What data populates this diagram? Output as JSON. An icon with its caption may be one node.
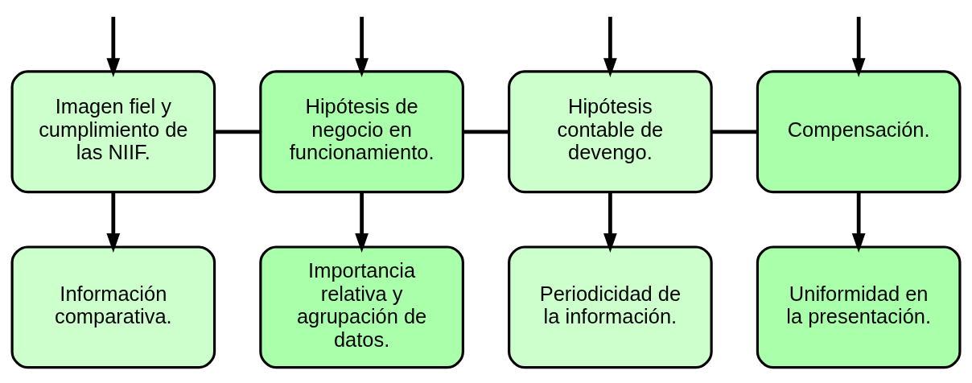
{
  "diagram": {
    "nodes": [
      {
        "text": [
          "Imagen fiel y cumplimiento de las NIIF."
        ]
      },
      {
        "text": [
          "Hipótesis de negocio en funcionamiento."
        ]
      },
      {
        "text": [
          "Hipótesis contable de devengo."
        ]
      },
      {
        "text": [
          "Compensación."
        ]
      },
      {
        "text": [
          "Información comparativa."
        ]
      },
      {
        "text": [
          "Importancia relativa y agrupación de datos."
        ]
      },
      {
        "text": [
          "Periodicidad de la información."
        ]
      },
      {
        "text": [
          "Uniformidad en la presentación."
        ]
      }
    ],
    "edges": [
      {
        "from": null,
        "to": 0,
        "arrow": "to"
      },
      {
        "from": null,
        "to": 1,
        "arrow": "to"
      },
      {
        "from": null,
        "to": 2,
        "arrow": "to"
      },
      {
        "from": null,
        "to": 3,
        "arrow": "to"
      },
      {
        "from": 0,
        "to": 1,
        "arrow": "none"
      },
      {
        "from": 1,
        "to": 2,
        "arrow": "none"
      },
      {
        "from": 2,
        "to": 3,
        "arrow": "none"
      },
      {
        "from": 0,
        "to": 4,
        "arrow": "to"
      },
      {
        "from": 1,
        "to": 5,
        "arrow": "to"
      },
      {
        "from": 2,
        "to": 6,
        "arrow": "to"
      },
      {
        "from": 3,
        "to": 7,
        "arrow": "to"
      }
    ]
  }
}
